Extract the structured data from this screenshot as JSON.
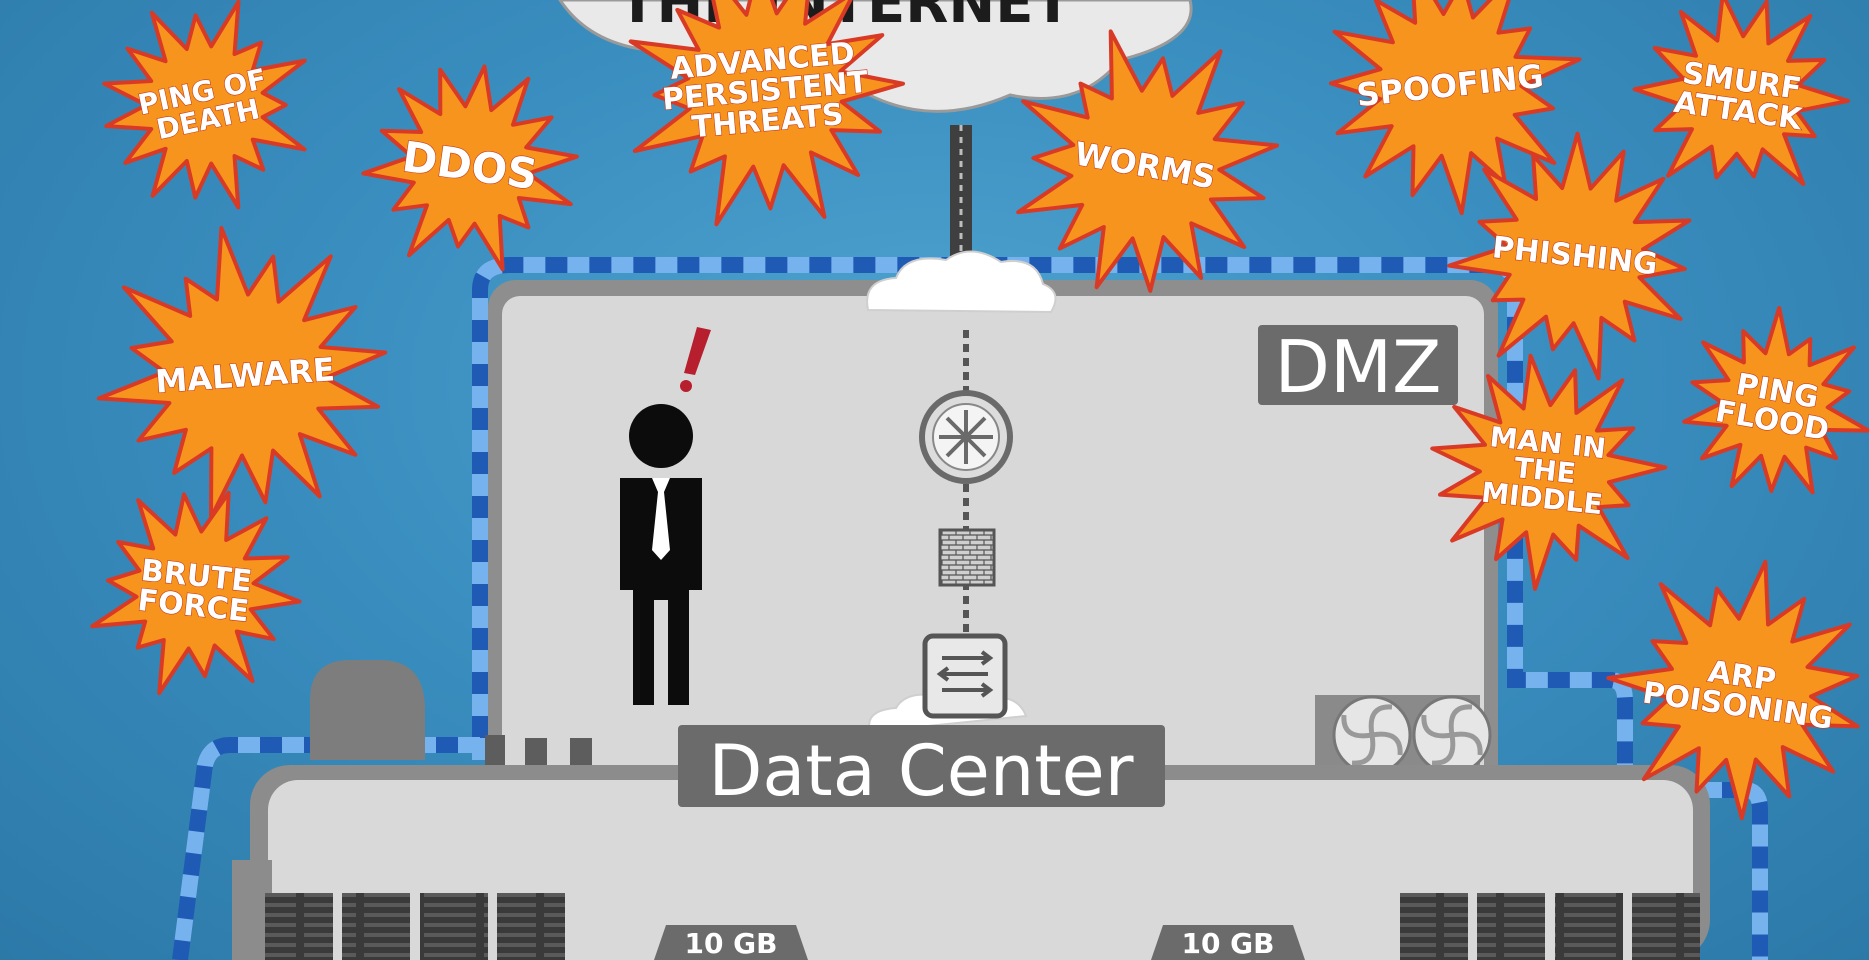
{
  "title": "THE INTERNET",
  "zones": {
    "dmz": "DMZ",
    "data_center": "Data Center"
  },
  "storage_badges": [
    "10 GB",
    "10 GB"
  ],
  "attacks": [
    [
      "PING OF",
      "DEATH"
    ],
    [
      "DDOS"
    ],
    [
      "ADVANCED",
      "PERSISTENT",
      "THREATS"
    ],
    [
      "WORMS"
    ],
    [
      "SPOOFING"
    ],
    [
      "SMURF",
      "ATTACK"
    ],
    [
      "PHISHING"
    ],
    [
      "MALWARE"
    ],
    [
      "PING",
      "FLOOD"
    ],
    [
      "MAN IN",
      "THE",
      "MIDDLE"
    ],
    [
      "BRUTE",
      "FORCE"
    ],
    [
      "ARP",
      "POISONING"
    ]
  ],
  "colors": {
    "burst_fill": "#f7941d",
    "burst_outline": "#d93a26",
    "background": "#3a8fc0",
    "panel": "#d6d6d6",
    "dashed_outer": "#76b2ee",
    "dashed_inner": "#1f5bb5"
  },
  "icons": [
    "person-icon",
    "alert-icon",
    "router-icon",
    "firewall-icon",
    "switch-icon",
    "fan-icon",
    "server-icon",
    "cloud-icon"
  ]
}
